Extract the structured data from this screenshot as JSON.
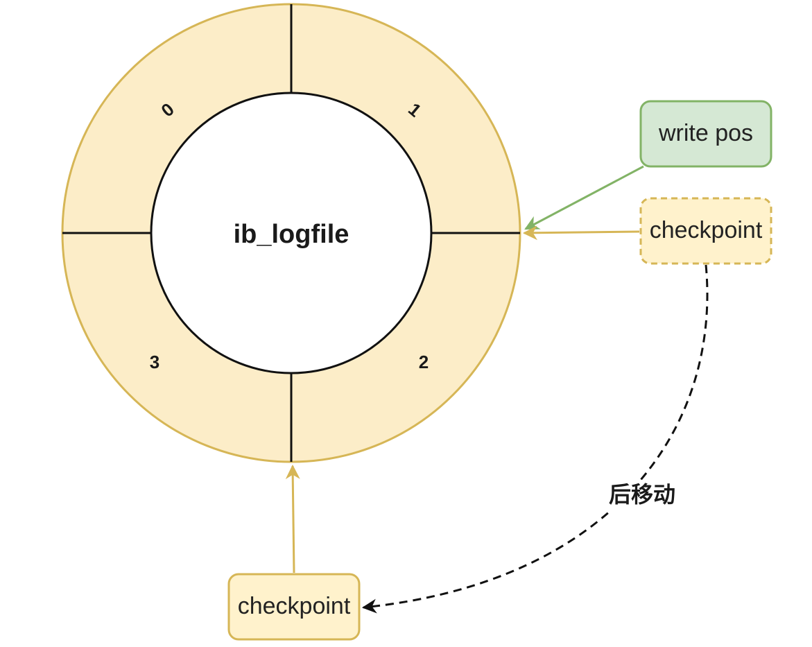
{
  "diagram": {
    "center_label": "ib_logfile",
    "segments": [
      "0",
      "1",
      "2",
      "3"
    ],
    "write_pos_label": "write pos",
    "checkpoint_label": "checkpoint",
    "checkpoint_new_label": "checkpoint",
    "move_label": "后移动"
  },
  "colors": {
    "ring_fill": "#fcedc8",
    "ring_stroke": "#d6b656",
    "write_pos_fill": "#d5e8d4",
    "write_pos_stroke": "#82b366",
    "checkpoint_fill": "#fff2cc",
    "checkpoint_stroke": "#d6b656",
    "line": "#111111"
  }
}
